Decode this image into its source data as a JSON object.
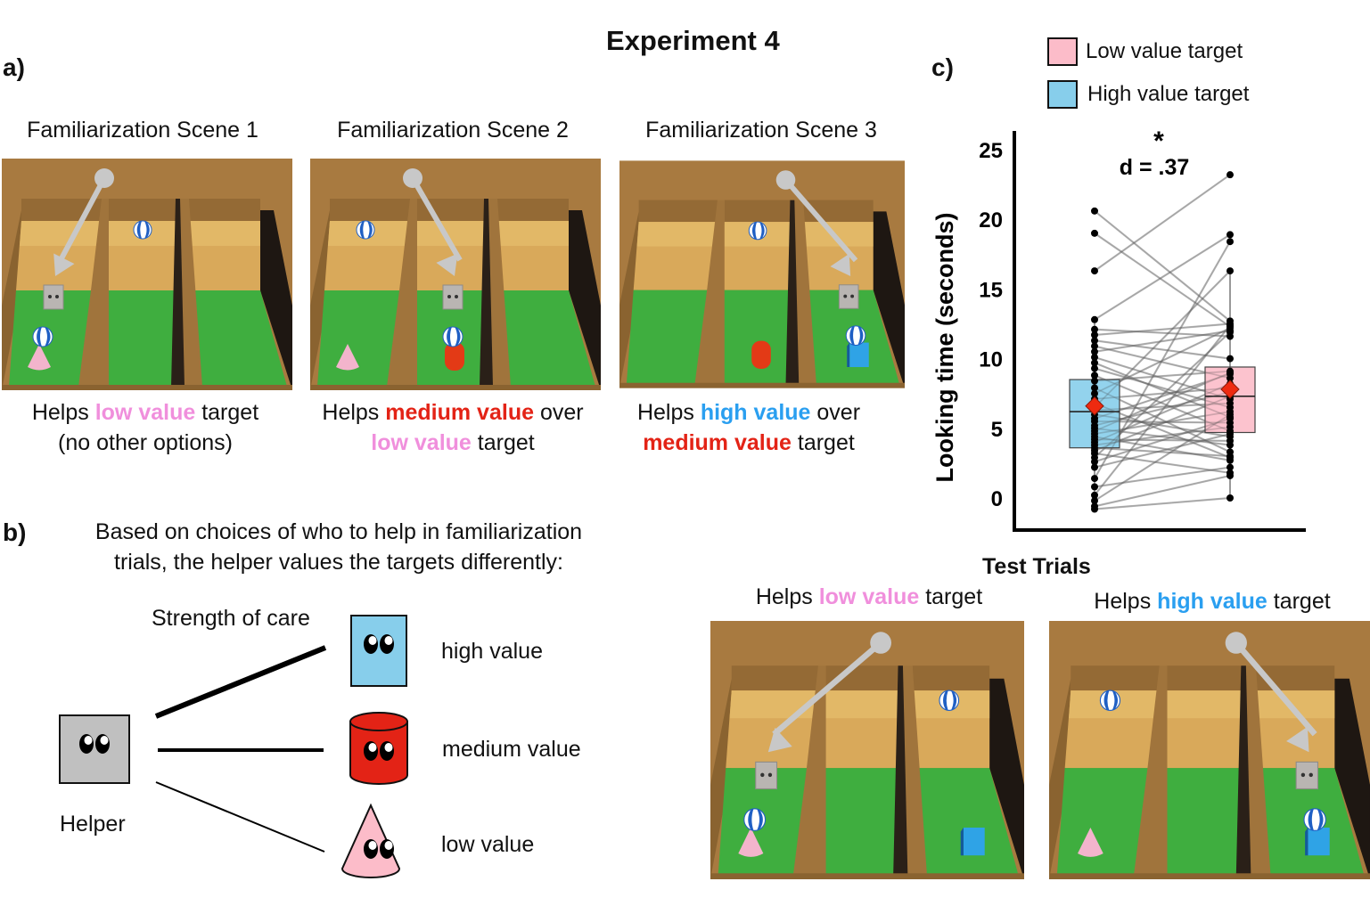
{
  "figure": {
    "title": "Experiment 4",
    "colors": {
      "low": "#f08fdc",
      "medium": "#e32316",
      "high": "#2a9ff0",
      "pink_fill": "#fcbcc9",
      "blue_fill": "#87ceeb",
      "wall_dark": "#a0743c",
      "wall_light": "#d8ab5a",
      "floor": "#3fae3f"
    }
  },
  "panel_a": {
    "label": "a)",
    "scenes": [
      {
        "title": "Familiarization Scene 1",
        "caption_line1": [
          {
            "text": "Helps ",
            "style": "plain"
          },
          {
            "text": "low value",
            "style": "low"
          },
          {
            "text": " target",
            "style": "plain"
          }
        ],
        "caption_line2": [
          {
            "text": "(no other options)",
            "style": "plain"
          }
        ],
        "helper_lane": 0,
        "ball_top_lane": 1,
        "ball_bottom_lane": 0,
        "targets": [
          {
            "type": "cone",
            "lane": 0
          }
        ]
      },
      {
        "title": "Familiarization Scene 2",
        "caption_line1": [
          {
            "text": "Helps ",
            "style": "plain"
          },
          {
            "text": "medium value",
            "style": "medium"
          },
          {
            "text": " over",
            "style": "plain"
          }
        ],
        "caption_line2": [
          {
            "text": "low value",
            "style": "low"
          },
          {
            "text": " target",
            "style": "plain"
          }
        ],
        "helper_lane": 1,
        "ball_top_lane": 0,
        "ball_bottom_lane": 1,
        "targets": [
          {
            "type": "cone",
            "lane": 0
          },
          {
            "type": "cylinder",
            "lane": 1
          }
        ]
      },
      {
        "title": "Familiarization Scene 3",
        "caption_line1": [
          {
            "text": "Helps ",
            "style": "plain"
          },
          {
            "text": "high value",
            "style": "high"
          },
          {
            "text": " over",
            "style": "plain"
          }
        ],
        "caption_line2": [
          {
            "text": "medium value",
            "style": "medium"
          },
          {
            "text": " target",
            "style": "plain"
          }
        ],
        "helper_lane": 2,
        "ball_top_lane": 1,
        "ball_bottom_lane": 2,
        "targets": [
          {
            "type": "cylinder",
            "lane": 1
          },
          {
            "type": "cube",
            "lane": 2
          }
        ]
      }
    ]
  },
  "panel_b": {
    "label": "b)",
    "description_line1": "Based on choices of who to help in familiarization",
    "description_line2": "trials, the helper values the targets differently:",
    "strength_label": "Strength of care",
    "helper_label": "Helper",
    "targets": [
      {
        "label": "high value",
        "shape": "rectangle",
        "care_strength": "strong"
      },
      {
        "label": "medium value",
        "shape": "cylinder",
        "care_strength": "medium"
      },
      {
        "label": "low value",
        "shape": "cone",
        "care_strength": "weak"
      }
    ]
  },
  "panel_c": {
    "label": "c)",
    "legend": [
      {
        "label": "Low value target",
        "color": "#fcbcc9"
      },
      {
        "label": "High value target",
        "color": "#87ceeb"
      }
    ],
    "significance": "*",
    "effect_size": "d = .37"
  },
  "test_trials": {
    "title": "Test Trials",
    "scenes": [
      {
        "caption": [
          {
            "text": "Helps ",
            "style": "plain"
          },
          {
            "text": "low value",
            "style": "low"
          },
          {
            "text": " target",
            "style": "plain"
          }
        ],
        "helper_lane": 0,
        "ball_top_lane": 2,
        "ball_bottom_lane": 0,
        "targets": [
          {
            "type": "cone",
            "lane": 0
          },
          {
            "type": "cube",
            "lane": 2
          }
        ]
      },
      {
        "caption": [
          {
            "text": "Helps ",
            "style": "plain"
          },
          {
            "text": "high value",
            "style": "high"
          },
          {
            "text": " target",
            "style": "plain"
          }
        ],
        "helper_lane": 2,
        "ball_top_lane": 0,
        "ball_bottom_lane": 2,
        "targets": [
          {
            "type": "cone",
            "lane": 0
          },
          {
            "type": "cube",
            "lane": 2
          }
        ]
      }
    ]
  },
  "chart_data": {
    "type": "box",
    "title": "",
    "ylabel": "Looking time (seconds)",
    "xlabel": "",
    "ylim": [
      -1,
      26
    ],
    "yticks": [
      0,
      5,
      10,
      15,
      20,
      25
    ],
    "grid": false,
    "legend_position": "top",
    "annotation": {
      "text": "d = .37",
      "marker": "*"
    },
    "categories": [
      "High value target",
      "Low value target"
    ],
    "series": [
      {
        "name": "High value target",
        "color": "#87ceeb",
        "box": {
          "q1": 3.6,
          "median": 6.2,
          "q3": 8.5,
          "whisker_low": -0.7,
          "whisker_high": 12.8,
          "mean": 6.6
        },
        "points": [
          20.6,
          19.0,
          16.3,
          12.8,
          12.1,
          11.7,
          11.3,
          10.9,
          10.5,
          10.1,
          9.7,
          9.3,
          8.8,
          8.4,
          7.9,
          7.5,
          7.1,
          6.8,
          6.5,
          6.3,
          6.0,
          5.7,
          5.5,
          5.2,
          5.0,
          4.8,
          4.6,
          4.4,
          4.2,
          4.0,
          3.8,
          3.6,
          3.4,
          3.2,
          2.9,
          2.6,
          2.2,
          1.4,
          0.8,
          0.2,
          -0.2,
          -0.6,
          -0.8
        ],
        "pairs_high_to_low": [
          [
            20.6,
            12.7
          ],
          [
            19.0,
            12.3
          ],
          [
            16.3,
            23.2
          ],
          [
            12.8,
            18.9
          ],
          [
            12.1,
            11.6
          ],
          [
            11.7,
            12.5
          ],
          [
            11.3,
            10.0
          ],
          [
            10.9,
            8.6
          ],
          [
            10.5,
            12.0
          ],
          [
            10.1,
            7.1
          ],
          [
            9.7,
            5.8
          ],
          [
            9.3,
            6.5
          ],
          [
            8.8,
            4.8
          ],
          [
            8.4,
            9.1
          ],
          [
            7.9,
            3.3
          ],
          [
            7.5,
            12.2
          ],
          [
            7.1,
            7.9
          ],
          [
            6.8,
            2.9
          ],
          [
            6.5,
            16.3
          ],
          [
            6.3,
            6.8
          ],
          [
            6.0,
            4.4
          ],
          [
            5.7,
            8.9
          ],
          [
            5.5,
            5.4
          ],
          [
            5.2,
            7.6
          ],
          [
            5.0,
            3.8
          ],
          [
            4.8,
            9.0
          ],
          [
            4.6,
            6.2
          ],
          [
            4.4,
            2.7
          ],
          [
            4.2,
            4.1
          ],
          [
            4.0,
            8.2
          ],
          [
            3.8,
            5.1
          ],
          [
            3.6,
            3.0
          ],
          [
            3.4,
            7.3
          ],
          [
            3.2,
            1.8
          ],
          [
            2.9,
            11.9
          ],
          [
            2.6,
            5.7
          ],
          [
            2.2,
            4.6
          ],
          [
            1.4,
            18.4
          ],
          [
            0.8,
            2.2
          ],
          [
            0.2,
            12.4
          ],
          [
            -0.2,
            6.0
          ],
          [
            -0.6,
            1.6
          ],
          [
            -0.8,
            0.0
          ]
        ]
      },
      {
        "name": "Low value target",
        "color": "#fcbcc9",
        "box": {
          "q1": 4.7,
          "median": 7.3,
          "q3": 9.4,
          "whisker_low": 0.0,
          "whisker_high": 16.3,
          "mean": 7.8
        },
        "points": [
          23.2,
          18.9,
          18.4,
          16.3,
          12.7,
          12.5,
          12.4,
          12.3,
          12.2,
          12.0,
          11.9,
          11.6,
          10.0,
          9.1,
          9.0,
          8.9,
          8.6,
          8.2,
          7.9,
          7.6,
          7.3,
          7.1,
          6.8,
          6.5,
          6.2,
          6.0,
          5.8,
          5.7,
          5.4,
          5.1,
          4.8,
          4.6,
          4.4,
          4.1,
          3.8,
          3.3,
          3.0,
          2.9,
          2.7,
          2.2,
          1.8,
          1.6,
          0.0
        ]
      }
    ]
  }
}
